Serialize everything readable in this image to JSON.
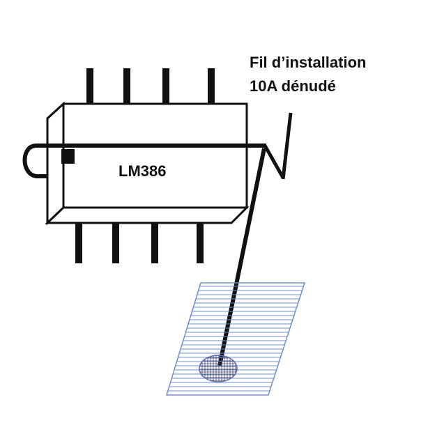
{
  "chip": {
    "label": "LM386"
  },
  "wire": {
    "label_line1": "Fil d’installation",
    "label_line2": "10A dénudé"
  },
  "colors": {
    "ink": "#111111",
    "pad_lines": "#6b8fd1",
    "pad_hatch": "#444466"
  }
}
